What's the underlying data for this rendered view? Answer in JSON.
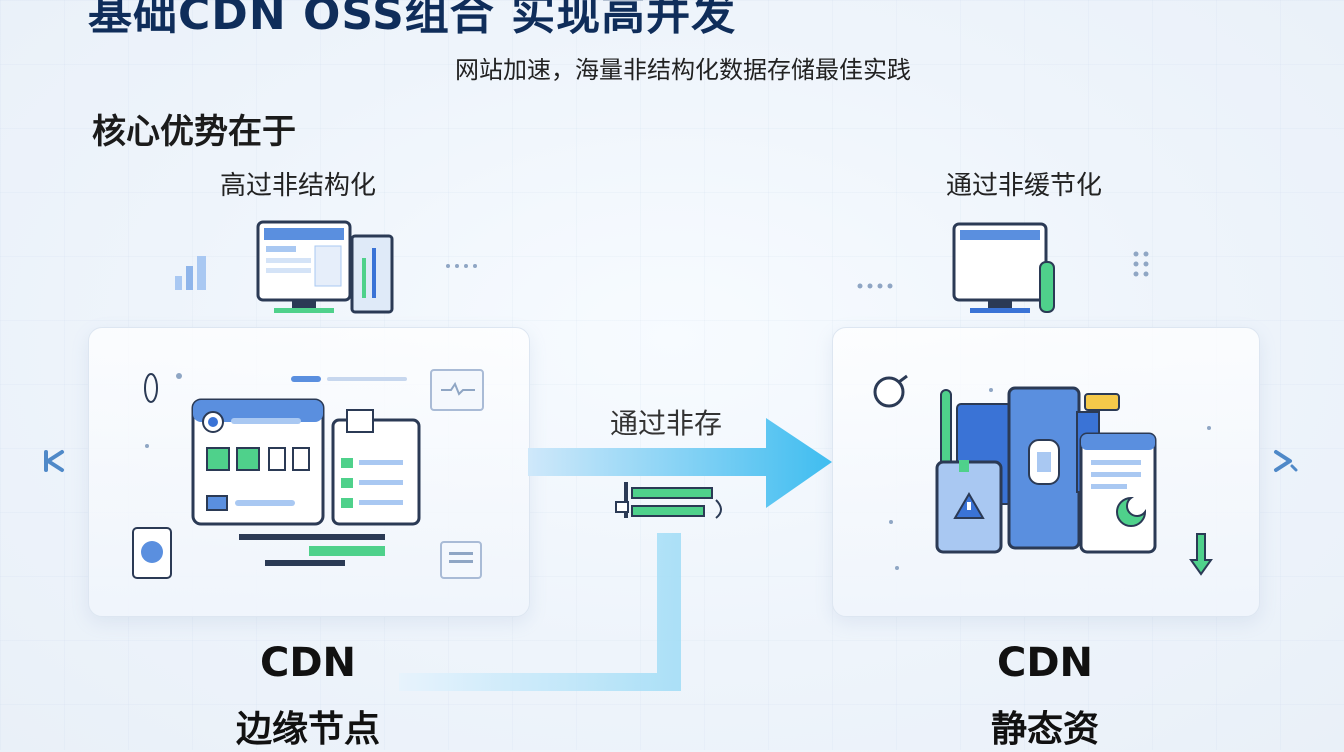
{
  "header": {
    "title": "基础CDN OSS组合 实现高并发",
    "subtitle": "网站加速，海量非结构化数据存储最佳实践"
  },
  "section": {
    "heading": "核心优势在于",
    "left_caption": "高过非结构化",
    "right_caption": "通过非缓节化"
  },
  "flow": {
    "arrow_label": "通过非存"
  },
  "nodes": {
    "left": {
      "title": "CDN",
      "subtitle": "边缘节点"
    },
    "right": {
      "title": "CDN",
      "subtitle": "静态资"
    }
  },
  "icons": {
    "nav_prev": "chevron-left-icon",
    "nav_next": "chevron-right-icon",
    "left_top": "desktop-monitor-icon",
    "right_top": "desktop-monitor-icon"
  },
  "colors": {
    "primary_blue": "#3a73d6",
    "light_blue": "#a9c8f2",
    "green": "#4fd18b",
    "arrow_cyan": "#3fbdf0",
    "dark_outline": "#2b3a55"
  }
}
